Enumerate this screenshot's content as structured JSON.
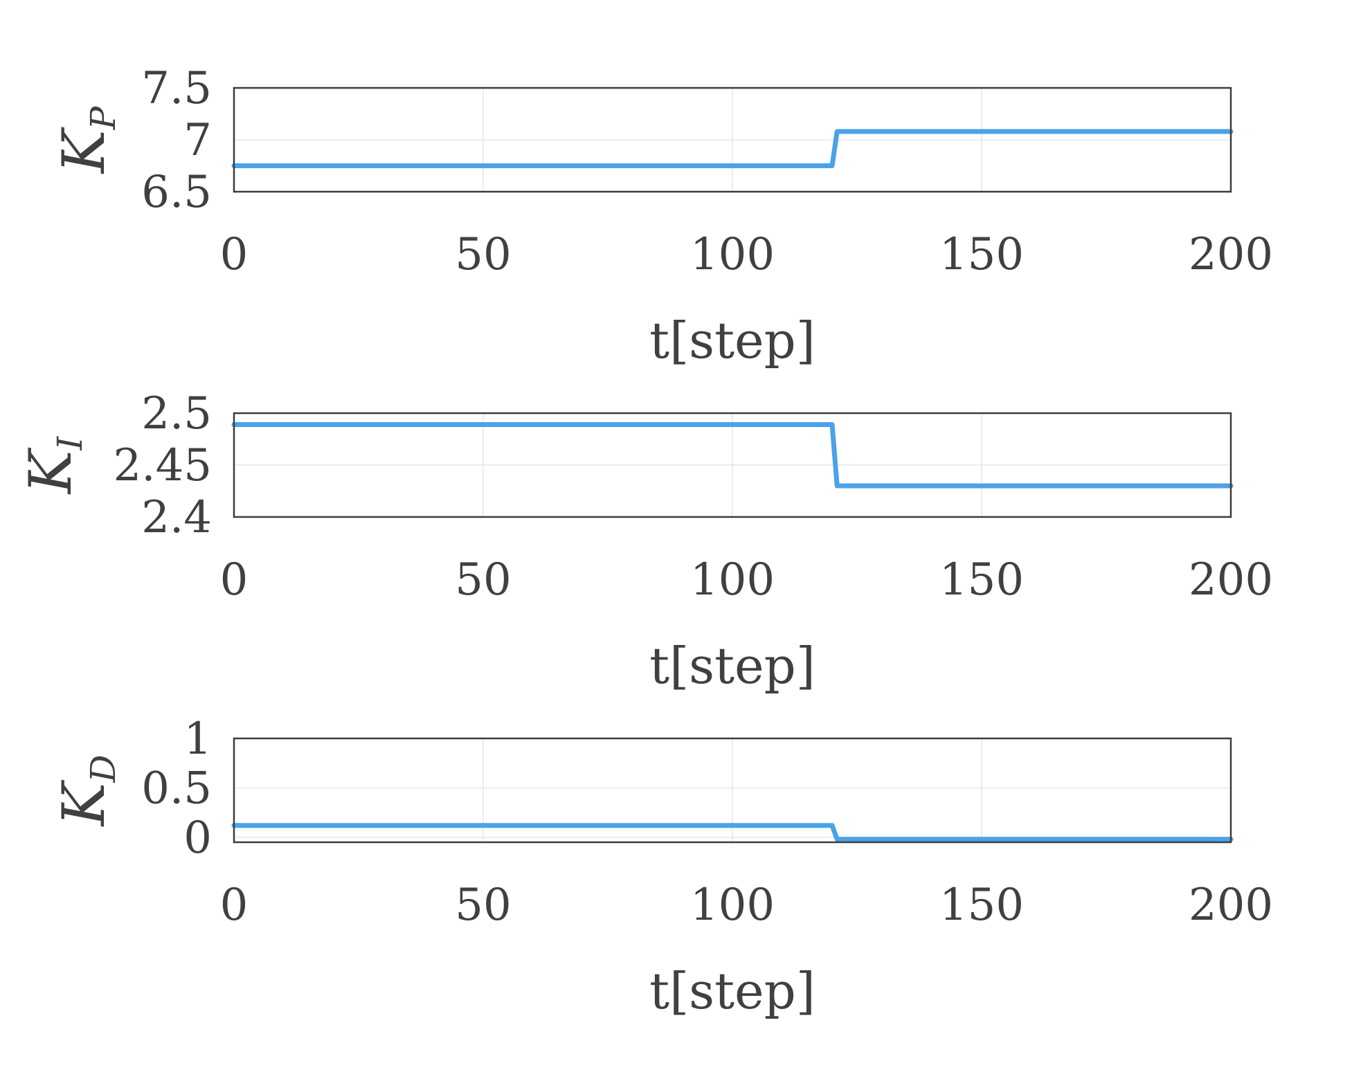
{
  "chart_data": [
    {
      "type": "line",
      "ylabel": "K",
      "ylabel_sub": "P",
      "xlabel": "t[step]",
      "xlim": [
        0,
        200
      ],
      "ylim": [
        6.5,
        7.5
      ],
      "xticks": [
        "0",
        "50",
        "100",
        "150",
        "200"
      ],
      "yticks": [
        "6.5",
        "7",
        "7.5"
      ],
      "grid": true,
      "color": "#4aa3e8",
      "x": [
        0,
        120,
        121,
        200
      ],
      "y": [
        6.75,
        6.75,
        7.08,
        7.08
      ]
    },
    {
      "type": "line",
      "ylabel": "K",
      "ylabel_sub": "I",
      "xlabel": "t[step]",
      "xlim": [
        0,
        200
      ],
      "ylim": [
        2.4,
        2.5
      ],
      "xticks": [
        "0",
        "50",
        "100",
        "150",
        "200"
      ],
      "yticks": [
        "2.4",
        "2.45",
        "2.5"
      ],
      "grid": true,
      "color": "#4aa3e8",
      "x": [
        0,
        120,
        121,
        200
      ],
      "y": [
        2.489,
        2.489,
        2.43,
        2.43
      ]
    },
    {
      "type": "line",
      "ylabel": "K",
      "ylabel_sub": "D",
      "xlabel": "t[step]",
      "xlim": [
        0,
        200
      ],
      "ylim": [
        -0.05,
        1
      ],
      "xticks": [
        "0",
        "50",
        "100",
        "150",
        "200"
      ],
      "yticks": [
        "0",
        "0.5",
        "1"
      ],
      "grid": true,
      "color": "#4aa3e8",
      "x": [
        0,
        120,
        121,
        200
      ],
      "y": [
        0.12,
        0.12,
        -0.02,
        -0.02
      ]
    }
  ]
}
